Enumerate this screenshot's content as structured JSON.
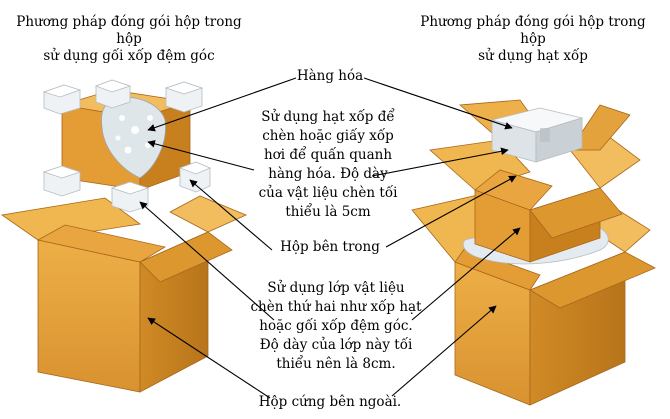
{
  "titles": {
    "left_line1": "Phương pháp đóng gói hộp trong hộp",
    "left_line2": "sử dụng gối xốp đệm góc",
    "right_line1": "Phương pháp đóng gói hộp trong hộp",
    "right_line2": "sử dụng hạt xốp"
  },
  "labels": {
    "goods": "Hàng hóa",
    "fill_1": "Sử dụng hạt xốp để",
    "fill_2": "chèn hoặc giấy xốp",
    "fill_3": "hơi để quấn quanh",
    "fill_4": "hàng hóa. Độ dày",
    "fill_5": "của vật liệu chèn tối",
    "fill_6": "thiểu là 5cm",
    "inner_box": "Hộp bên trong",
    "second_1": "Sử dụng lớp vật liệu",
    "second_2": "chèn  thứ hai như xốp hạt",
    "second_3": "hoặc gối xốp đệm góc.",
    "second_4": "Độ dày của lớp này tối",
    "second_5": "thiểu nên là 8cm.",
    "outer_box": "Hộp cứng bên ngoài."
  },
  "colors": {
    "box_front": "#e8a53a",
    "box_side": "#c98321",
    "box_top": "#f2bd5e",
    "foam": "#e8eef2",
    "arrow": "#000000"
  }
}
